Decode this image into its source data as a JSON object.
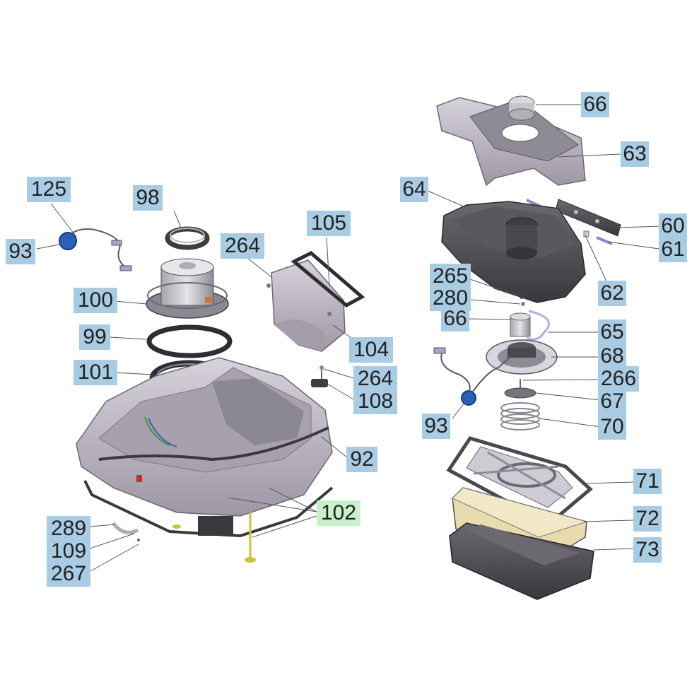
{
  "colors": {
    "label_bg": "#a9cbe3",
    "label_highlight_bg": "#c9efcb",
    "part_body": "#bdb8c4",
    "part_dark": "#4f4d53",
    "filter": "#e8dcae",
    "leader": "#555555"
  },
  "labels": [
    {
      "id": "66a",
      "text": "66",
      "highlight": false
    },
    {
      "id": "63",
      "text": "63",
      "highlight": false
    },
    {
      "id": "64",
      "text": "64",
      "highlight": false
    },
    {
      "id": "60",
      "text": "60",
      "highlight": false
    },
    {
      "id": "61",
      "text": "61",
      "highlight": false
    },
    {
      "id": "62",
      "text": "62",
      "highlight": false
    },
    {
      "id": "265",
      "text": "265",
      "highlight": false
    },
    {
      "id": "280",
      "text": "280",
      "highlight": false
    },
    {
      "id": "66b",
      "text": "66",
      "highlight": false
    },
    {
      "id": "65",
      "text": "65",
      "highlight": false
    },
    {
      "id": "68",
      "text": "68",
      "highlight": false
    },
    {
      "id": "266",
      "text": "266",
      "highlight": false
    },
    {
      "id": "67",
      "text": "67",
      "highlight": false
    },
    {
      "id": "93b",
      "text": "93",
      "highlight": false
    },
    {
      "id": "70",
      "text": "70",
      "highlight": false
    },
    {
      "id": "71",
      "text": "71",
      "highlight": false
    },
    {
      "id": "72",
      "text": "72",
      "highlight": false
    },
    {
      "id": "73",
      "text": "73",
      "highlight": false
    },
    {
      "id": "125",
      "text": "125",
      "highlight": false
    },
    {
      "id": "98",
      "text": "98",
      "highlight": false
    },
    {
      "id": "93a",
      "text": "93",
      "highlight": false
    },
    {
      "id": "105",
      "text": "105",
      "highlight": false
    },
    {
      "id": "264a",
      "text": "264",
      "highlight": false
    },
    {
      "id": "100",
      "text": "100",
      "highlight": false
    },
    {
      "id": "99",
      "text": "99",
      "highlight": false
    },
    {
      "id": "104",
      "text": "104",
      "highlight": false
    },
    {
      "id": "101",
      "text": "101",
      "highlight": false
    },
    {
      "id": "264b",
      "text": "264",
      "highlight": false
    },
    {
      "id": "108",
      "text": "108",
      "highlight": false
    },
    {
      "id": "92",
      "text": "92",
      "highlight": false
    },
    {
      "id": "102",
      "text": "102",
      "highlight": true
    },
    {
      "id": "289",
      "text": "289",
      "highlight": false
    },
    {
      "id": "109",
      "text": "109",
      "highlight": false
    },
    {
      "id": "267",
      "text": "267",
      "highlight": false
    }
  ]
}
